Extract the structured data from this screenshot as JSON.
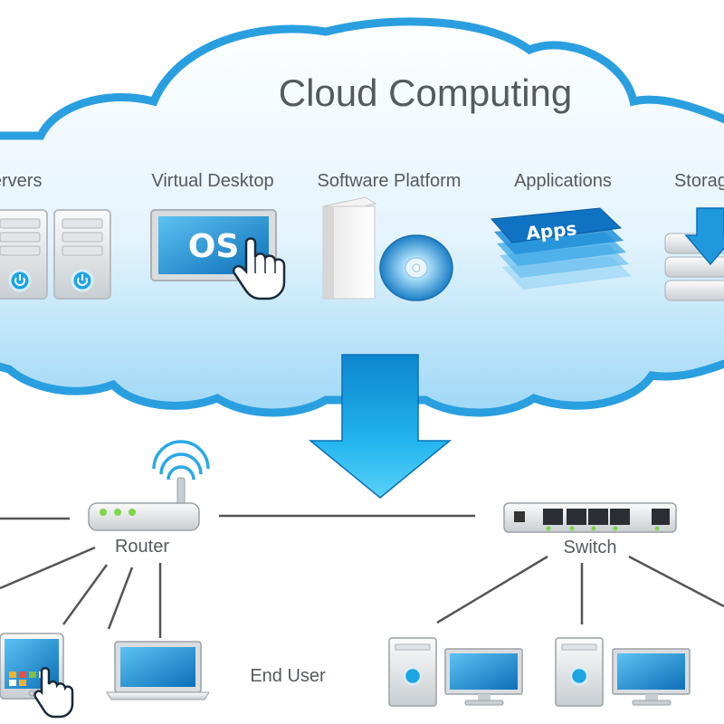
{
  "title": "Cloud Computing",
  "cloud_services": [
    {
      "label": "Servers",
      "icon": "server-icon"
    },
    {
      "label": "Virtual Desktop",
      "icon": "virtual-desktop-icon",
      "screen_text": "OS"
    },
    {
      "label": "Software Platform",
      "icon": "software-box-icon"
    },
    {
      "label": "Applications",
      "icon": "apps-stack-icon",
      "badge_text": "Apps"
    },
    {
      "label": "Storage",
      "icon": "storage-icon"
    }
  ],
  "network": {
    "router_label": "Router",
    "switch_label": "Switch",
    "end_user_label": "End User"
  },
  "colors": {
    "cloud_outline": "#2a9fe0",
    "cloud_fill": "#e7f5fd",
    "arrow": "#1aa6e6",
    "text": "#555a5e",
    "line": "#555555"
  }
}
